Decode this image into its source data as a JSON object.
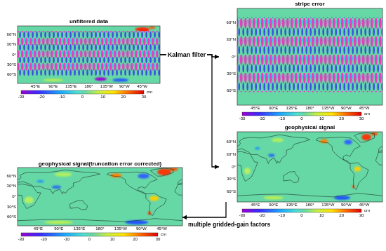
{
  "diagram": {
    "nodes": [
      {
        "text": [
          "unfiltered data"
        ]
      },
      {
        "text": [
          "stripe error"
        ]
      },
      {
        "text": [
          "geophysical signal"
        ]
      },
      {
        "text": [
          "geophysical signal(truncation error corrected)"
        ]
      }
    ],
    "edges": [
      {
        "from": 0,
        "to": 1,
        "arrow": "to",
        "label": "Kalman filter"
      },
      {
        "from": 0,
        "to": 2,
        "arrow": "to"
      },
      {
        "from": 2,
        "to": 3,
        "arrow": "to",
        "label": "multiple gridded-gain factors"
      }
    ],
    "labels": [
      "60°N",
      "30°N",
      "0°",
      "30°S",
      "60°S",
      "45°E",
      "90°E",
      "135°E",
      "180°",
      "135°W",
      "90°W",
      "45°W",
      "-30",
      "-20",
      "-10",
      "0",
      "10",
      "20",
      "30",
      "cm",
      "60°N",
      "30°N",
      "0°",
      "30°S",
      "60°S",
      "45°E",
      "90°E",
      "135°E",
      "180°",
      "135°W",
      "90°W",
      "45°W",
      "-30",
      "-20",
      "-10",
      "0",
      "10",
      "20",
      "30",
      "cm",
      "60°N",
      "30°N",
      "0°",
      "30°S",
      "60°S",
      "45°E",
      "90°E",
      "135°E",
      "180°",
      "135°W",
      "90°W",
      "45°W",
      "-30",
      "-20",
      "-10",
      "0",
      "10",
      "20",
      "30",
      "cm",
      "60°N",
      "30°N",
      "0°",
      "30°S",
      "60°S",
      "45°E",
      "90°E",
      "135°E",
      "180°",
      "135°W",
      "90°W",
      "45°W",
      "-30",
      "-20",
      "-10",
      "0",
      "10",
      "20",
      "30",
      "cm"
    ]
  }
}
